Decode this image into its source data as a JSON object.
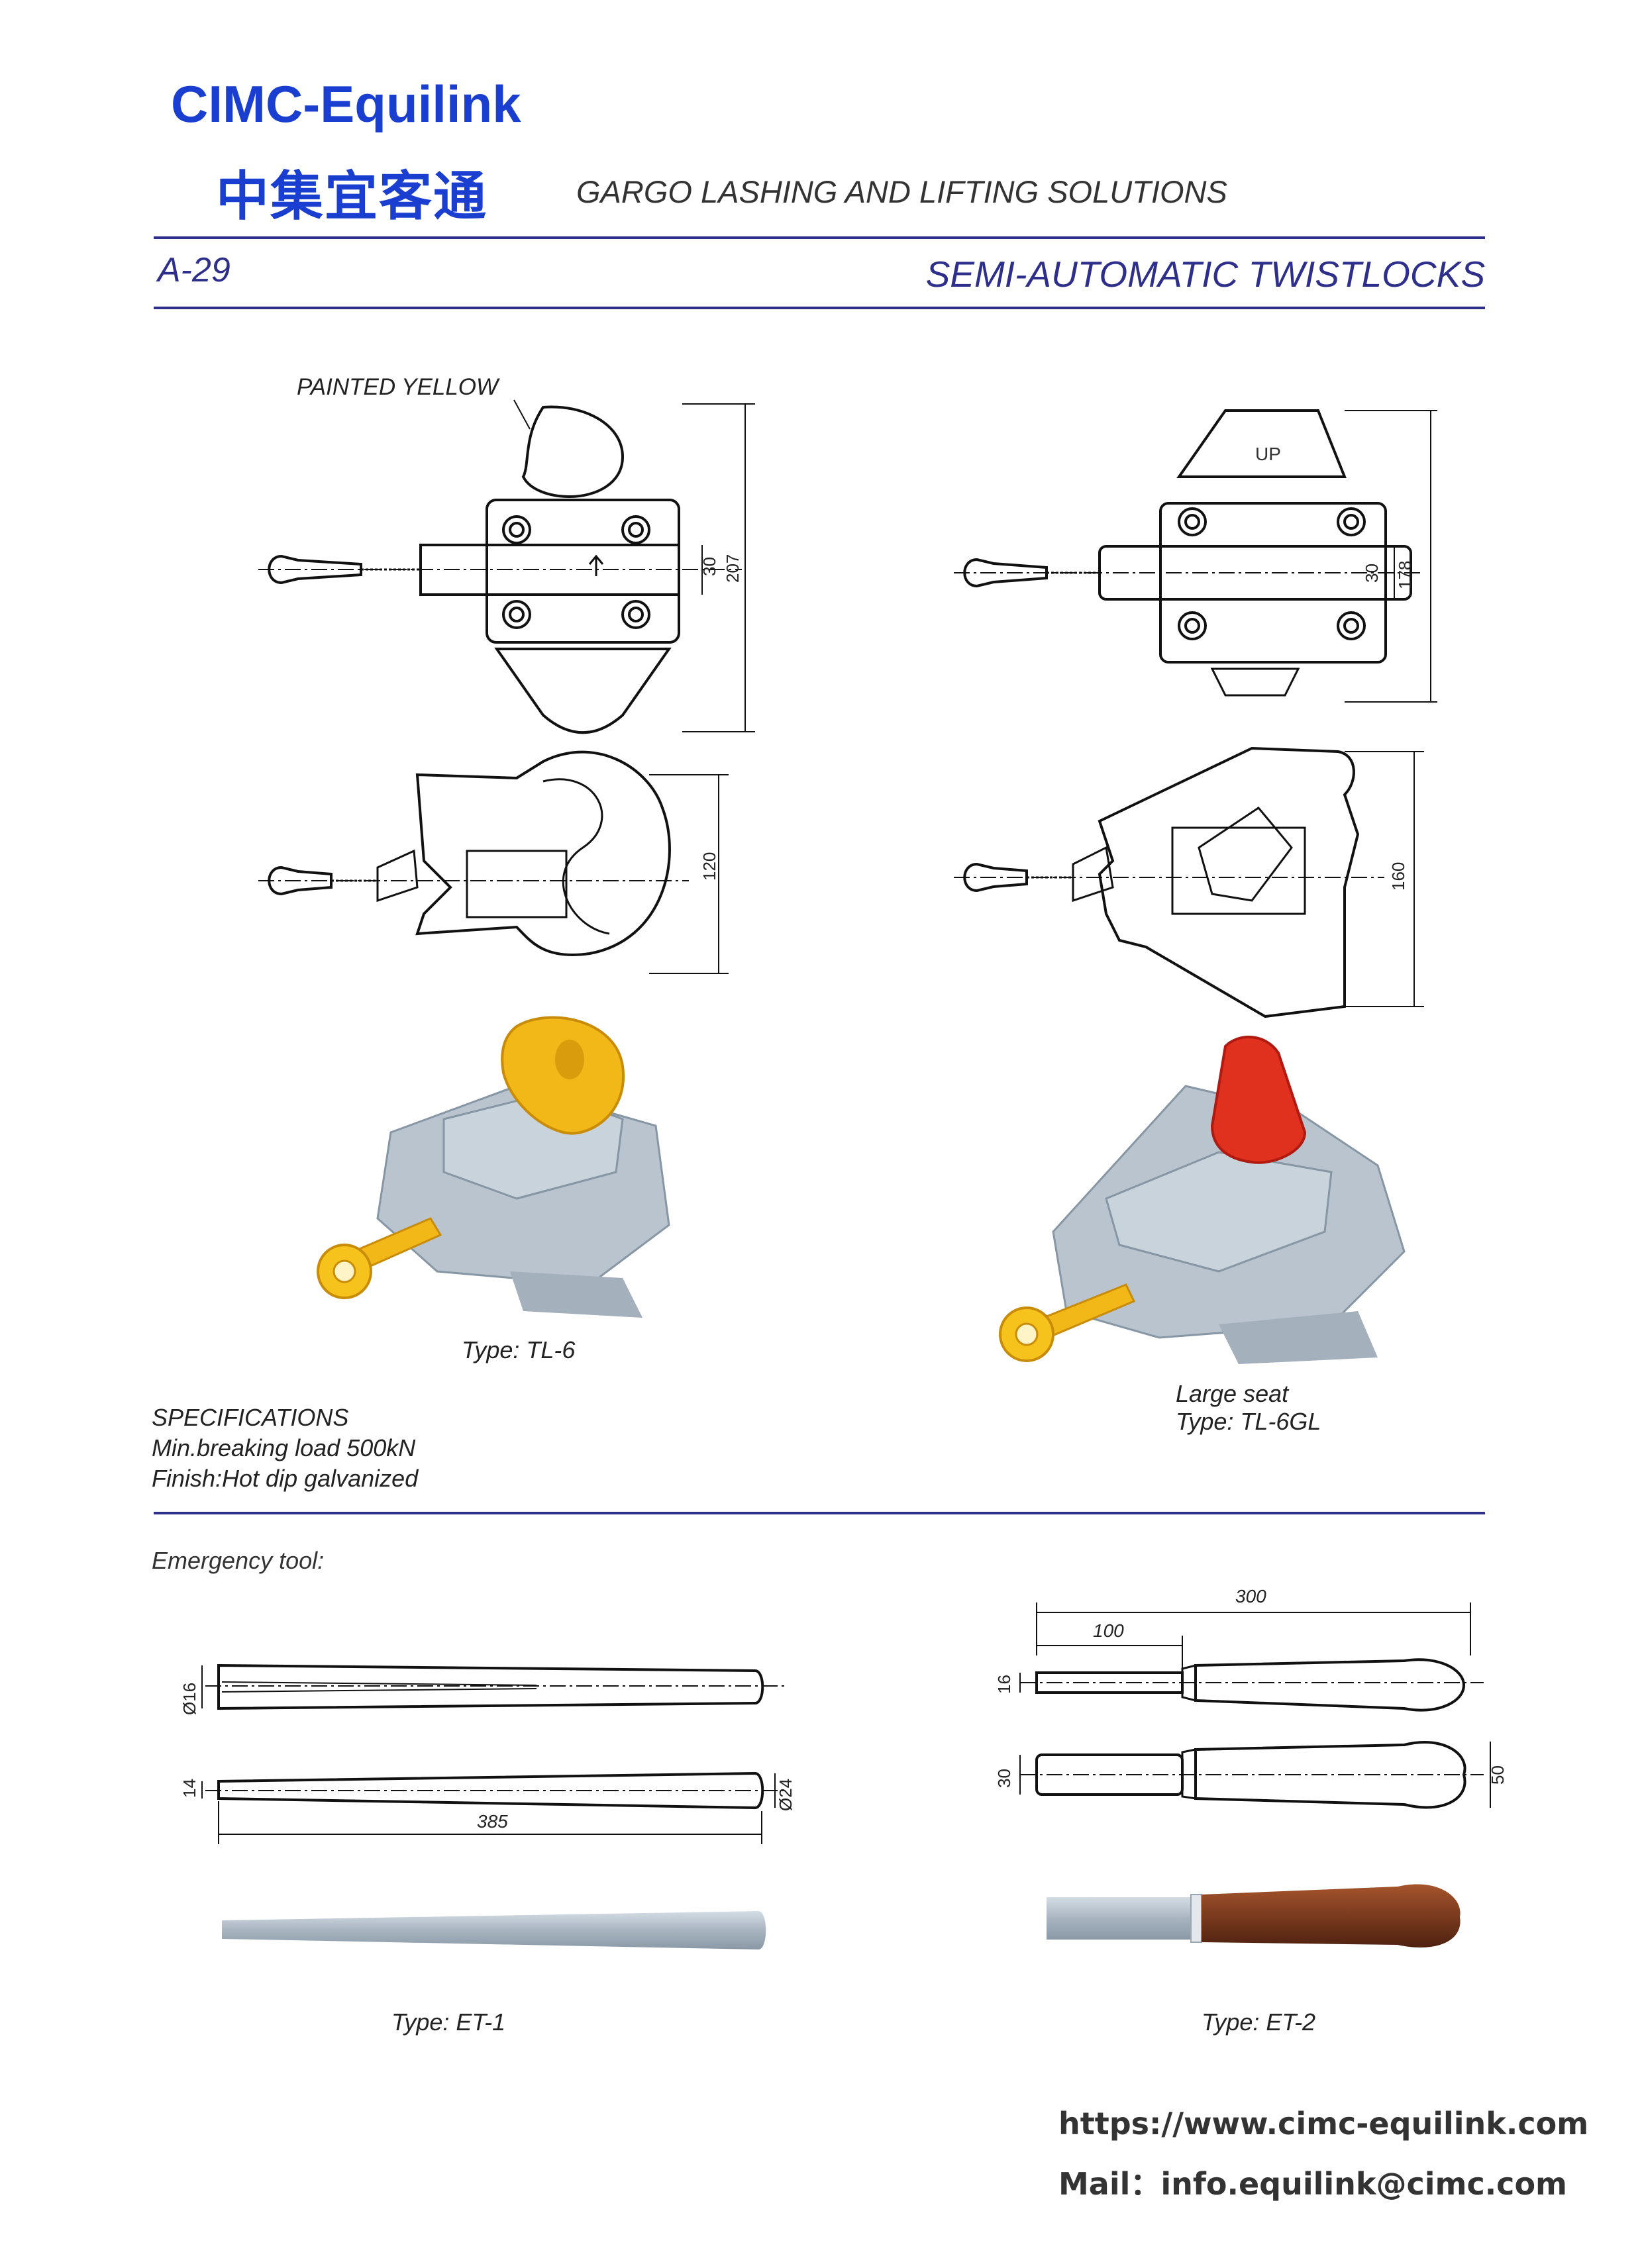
{
  "header": {
    "brand": "CIMC-Equilink",
    "brand_cn": "中集宜客通",
    "tagline": "GARGO LASHING AND LIFTING SOLUTIONS",
    "page_no": "A-29",
    "section_title": "SEMI-AUTOMATIC TWISTLOCKS"
  },
  "drawings": {
    "tl6": {
      "callout": "PAINTED YELLOW",
      "dim_30": "30",
      "dim_207": "207",
      "dim_120": "120",
      "caption": "Type: TL-6"
    },
    "tl6gl": {
      "up_mark": "UP",
      "dim_30": "30",
      "dim_178": "178",
      "dim_160": "160",
      "caption_line1": "Large seat",
      "caption_line2": "Type: TL-6GL"
    }
  },
  "specifications": {
    "heading": "SPECIFICATIONS",
    "breaking_load": "Min.breaking load 500kN",
    "finish": "Finish:Hot dip galvanized"
  },
  "emergency": {
    "heading": "Emergency tool:",
    "et1": {
      "dim_d16": "Ø16",
      "dim_14": "14",
      "dim_d24": "Ø24",
      "dim_385": "385",
      "caption": "Type: ET-1"
    },
    "et2": {
      "dim_300": "300",
      "dim_100": "100",
      "dim_16": "16",
      "dim_30": "30",
      "dim_50": "50",
      "caption": "Type: ET-2"
    }
  },
  "footer": {
    "url": "https://www.cimc-equilink.com",
    "mail": "Mail：info.equilink@cimc.com"
  },
  "colors": {
    "brand_blue": "#1a3fd0",
    "rule_navy": "#2e2f8a",
    "handle_yellow": "#f2b818",
    "handle_red": "#e0301e",
    "steel_gray": "#a8b4c0",
    "wood_brown": "#7a3a1e"
  }
}
